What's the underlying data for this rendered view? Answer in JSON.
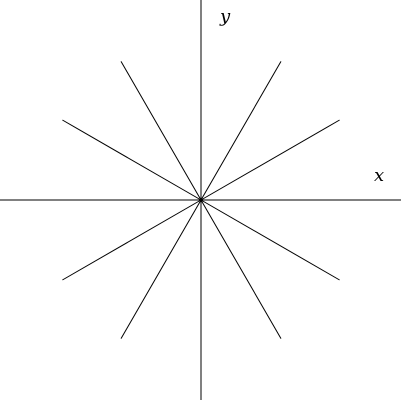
{
  "axes": {
    "x_label": "x",
    "y_label": "y"
  },
  "rays": {
    "count": 12,
    "angles_deg": [
      30,
      60,
      120,
      150,
      210,
      240,
      300,
      330
    ]
  },
  "colors": {
    "background": "#ffffff",
    "stroke": "#000000"
  }
}
